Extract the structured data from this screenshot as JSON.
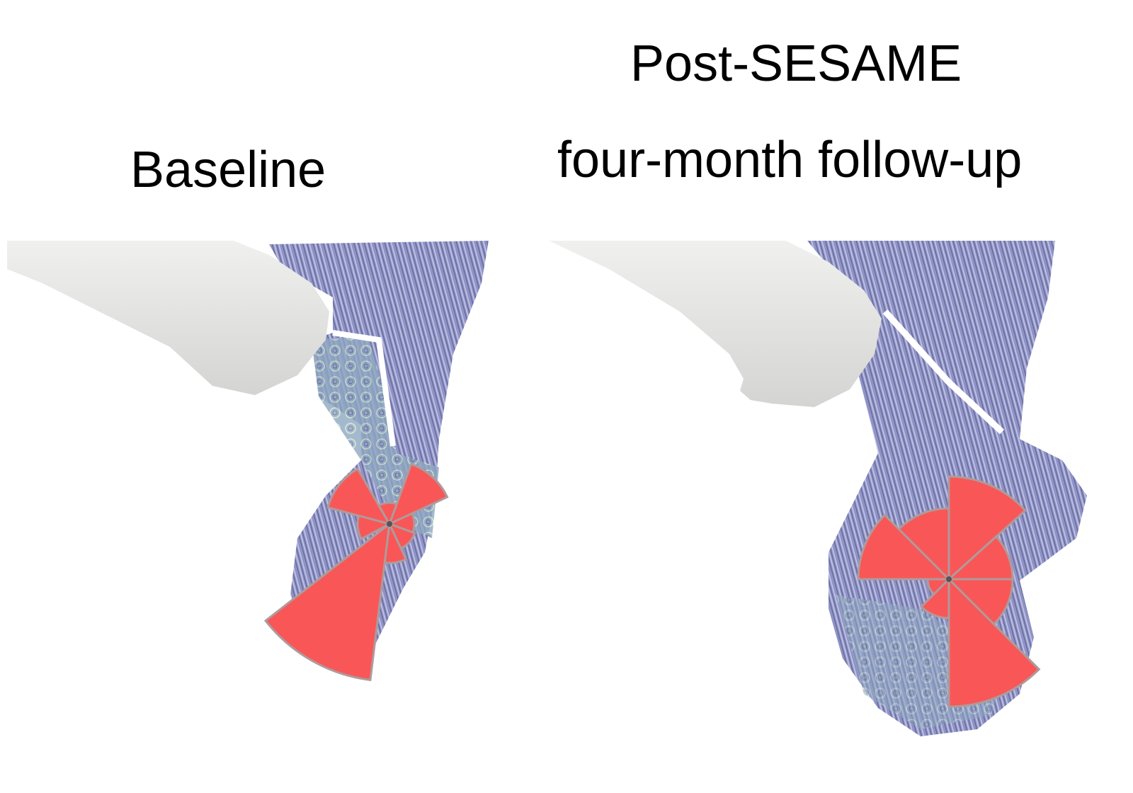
{
  "panels": [
    {
      "title": "Baseline"
    },
    {
      "title_line1": "Post-SESAME",
      "title_line2": "four-month follow-up"
    }
  ],
  "colors": {
    "rose": "#f95658",
    "rose_edge": "#b09a9a",
    "flow": "#8e92c6",
    "bone": "#e6e6e4"
  }
}
